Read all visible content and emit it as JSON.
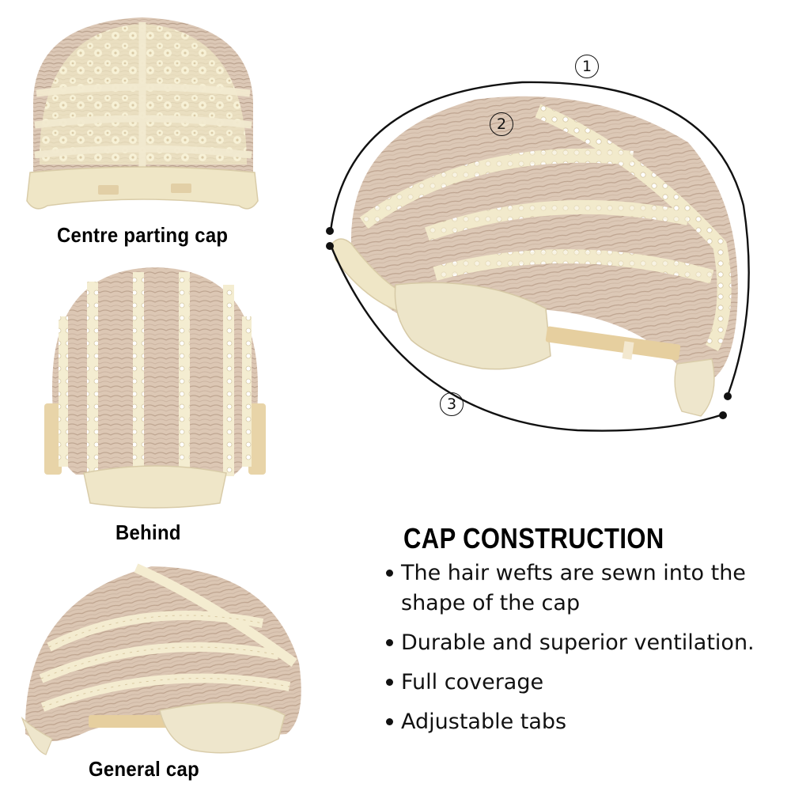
{
  "captions": {
    "top": "Centre parting cap",
    "middle": "Behind",
    "bottom": "General cap"
  },
  "construction": {
    "title": "CAP CONSTRUCTION",
    "bullets": [
      "The hair wefts are sewn into the shape of the cap",
      "Durable and superior ventilation.",
      "Full coverage",
      "Adjustable tabs"
    ]
  },
  "markers": [
    "1",
    "2",
    "3"
  ],
  "colors": {
    "lace": "#f3ecc8",
    "hair": "#d8c3b0",
    "hair_dark": "#b59c88",
    "tab": "#efe3c6",
    "strap": "#e6cf9f"
  }
}
